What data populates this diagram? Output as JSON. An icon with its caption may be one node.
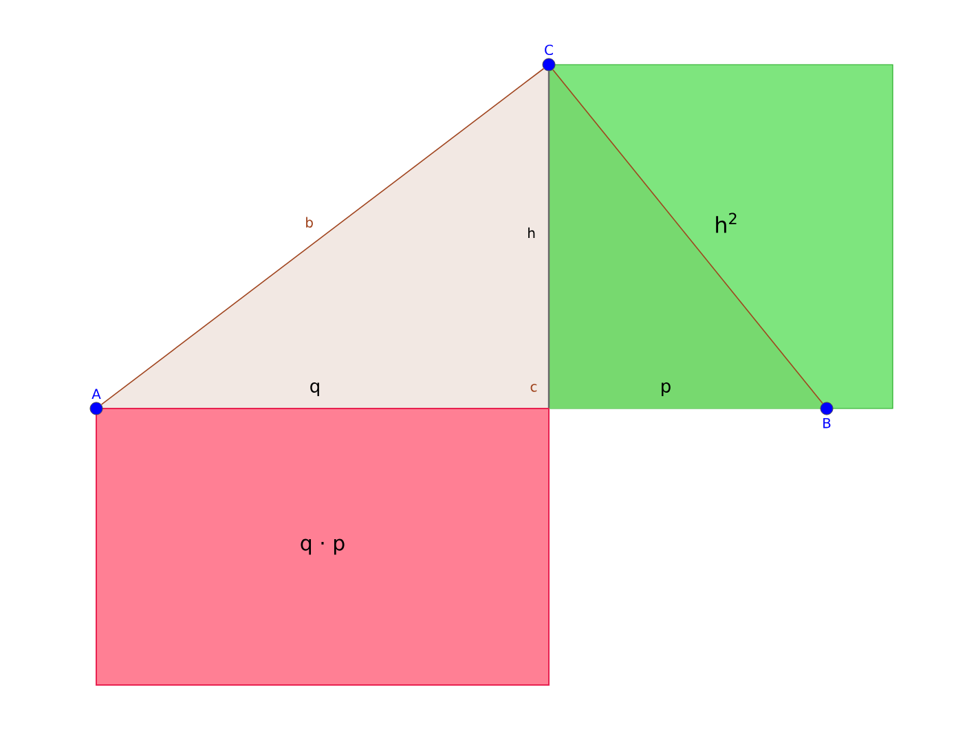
{
  "diagram": {
    "nodes": [
      {
        "text": [
          "A"
        ]
      },
      {
        "text": [
          "C"
        ]
      },
      {
        "text": [
          "B"
        ]
      },
      {
        "text": [
          "q · p"
        ]
      }
    ],
    "edges": [
      {
        "from": 0,
        "to": 1,
        "arrow": "none",
        "label": "b"
      },
      {
        "from": 1,
        "to": 2,
        "arrow": "none"
      },
      {
        "from": 1,
        "to": 3,
        "arrow": "none",
        "label": "h",
        "color": "#666666"
      }
    ],
    "labels": [
      "h$^{2}$",
      "q",
      "c",
      "p"
    ]
  }
}
